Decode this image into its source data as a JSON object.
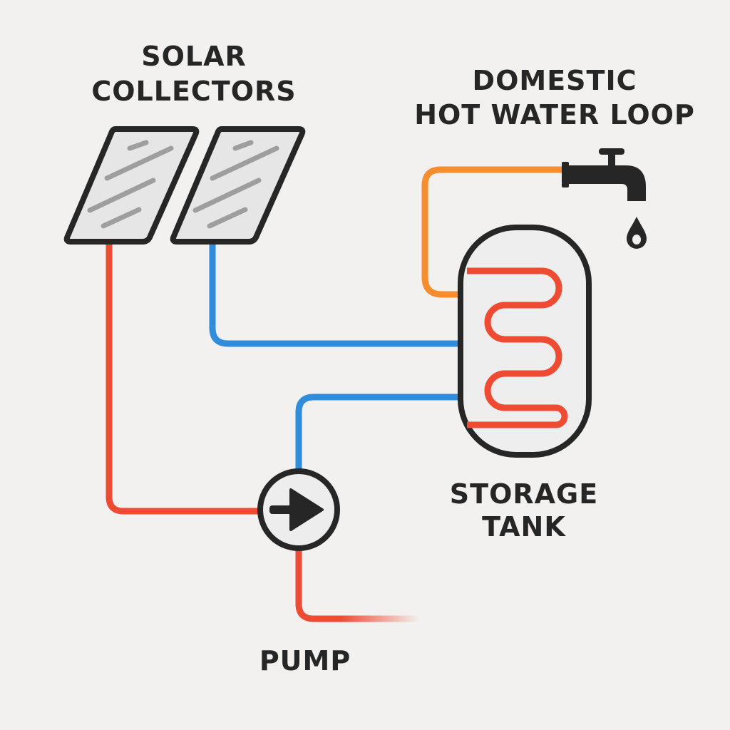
{
  "labels": {
    "collectors_line1": "SOLAR",
    "collectors_line2": "COLLECTORS",
    "dhw_line1": "DOMESTIC",
    "dhw_line2": "HOT WATER LOOP",
    "tank_line1": "STORAGE",
    "tank_line2": "TANK",
    "pump": "PUMP"
  },
  "colors": {
    "background": "#f2f1ef",
    "hot_pipe": "#ef4a32",
    "cold_pipe": "#2f8ddc",
    "domestic_pipe": "#f68d2e",
    "outline": "#262626",
    "panel_fill": "#e6e6e6",
    "panel_stripe": "#9e9e9e",
    "coil": "#ef4a32"
  },
  "icons": {
    "faucet": "faucet-icon",
    "water_drop": "water-drop-icon",
    "pump": "pump-arrow-icon"
  }
}
